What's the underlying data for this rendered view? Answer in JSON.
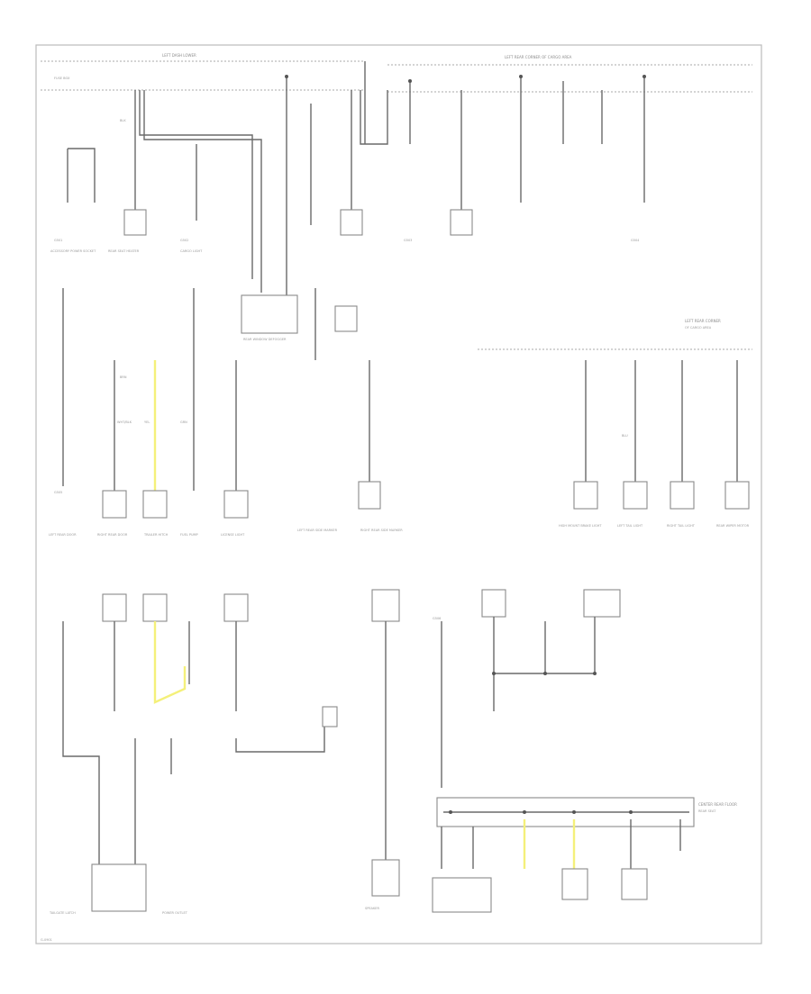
{
  "diagram": {
    "main_buses": [
      {
        "id": "top-left-bus",
        "label": "LEFT DASH LOWER",
        "sublabel": "FUSE BOX"
      },
      {
        "id": "top-right-bus",
        "label": "LEFT REAR CORNER OF CARGO AREA",
        "sublabel": ""
      },
      {
        "id": "rear-right-bus",
        "label": "LEFT REAR CORNER",
        "sublabel": "OF CARGO AREA"
      },
      {
        "id": "bottom-right-bus",
        "label": "CENTER REAR FLOOR",
        "sublabel": "REAR SEAT"
      }
    ],
    "ground_labels": [
      "G501",
      "G502",
      "G503",
      "G504",
      "G505",
      "G506"
    ],
    "components": [
      "ACCESSORY POWER SOCKET",
      "REAR SEAT HEATER",
      "CARGO LIGHT",
      "REAR WINDOW DEFOGGER",
      "LEFT REAR DOOR",
      "RIGHT REAR DOOR",
      "TRAILER HITCH",
      "FUEL PUMP",
      "LICENSE LIGHT",
      "LEFT REAR SIDE MARKER",
      "RIGHT REAR SIDE MARKER",
      "HIGH MOUNT BRAKE LIGHT",
      "LEFT TAIL LIGHT",
      "RIGHT TAIL LIGHT",
      "REAR WIPER MOTOR",
      "TAILGATE LATCH",
      "POWER OUTLET",
      "SPEAKER"
    ],
    "wire_color_codes": [
      "BLK",
      "BRN",
      "WHT/BLK",
      "YEL",
      "GRN",
      "BLU"
    ],
    "corner_note": "G-0901"
  }
}
